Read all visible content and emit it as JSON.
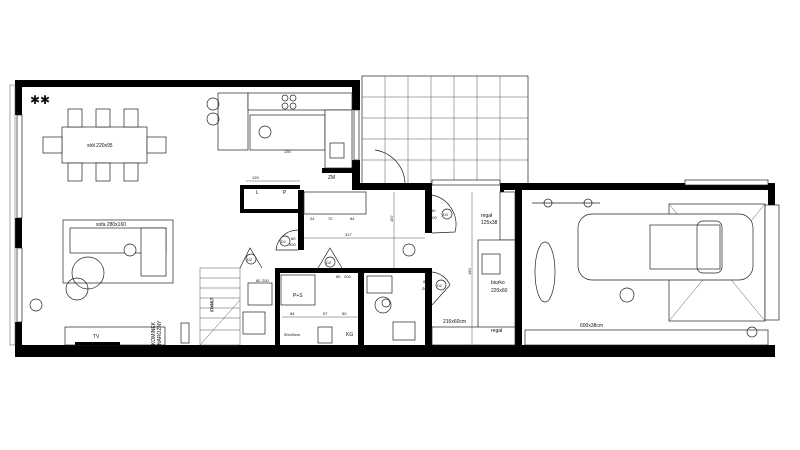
{
  "plan": {
    "rooms": {
      "dining_table": "stół 220x95",
      "sofa": "sofa 280x160",
      "tv": "TV",
      "fireplace_line1": "KOMINEK",
      "fireplace_line2": "NAROŻNY",
      "stairs": "17x18,7",
      "fridge": "ZM",
      "wardrobe_left": "L",
      "wardrobe_right": "P",
      "shower": "P+S",
      "bath_cabinet": "90x40cm",
      "boiler": "KG",
      "shelf": "regał",
      "shelf_size": "125x38",
      "desk": "biurko",
      "desk_size": "220x60",
      "office_cabinet": "216x60cm",
      "shelf_bottom": "regał",
      "garage_cabinet": "600x38cm"
    },
    "doors": [
      {
        "tag": "D1",
        "size_w": "80",
        "size_h": "200"
      },
      {
        "tag": "D2",
        "size_w": "80",
        "size_h": "200"
      },
      {
        "tag": "D2",
        "size_w": "80",
        "size_h": "200"
      },
      {
        "tag": "D1",
        "size_w": "80",
        "size_h": "200"
      },
      {
        "tag": "D2",
        "size_w": "80",
        "size_h": "200"
      }
    ],
    "dimensions": {
      "island": "130",
      "counter": "120",
      "hall_width": "317",
      "hall_depth": "197",
      "office_depth": "190",
      "wardrobe_a": "24",
      "wardrobe_b": "72",
      "wardrobe_c": "84",
      "bath_a": "84",
      "bath_b": "57",
      "bath_c": "50"
    }
  }
}
